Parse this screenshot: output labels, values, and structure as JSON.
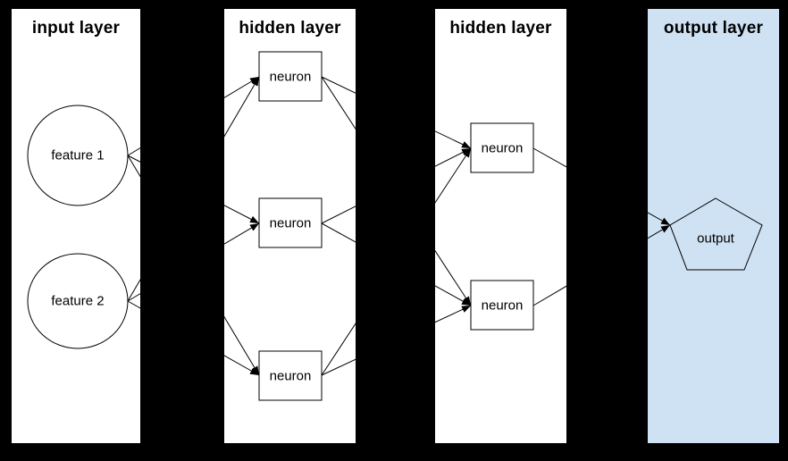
{
  "diagram": {
    "type": "neural-network",
    "background_color": "#000000",
    "line_color": "#000000",
    "layers": [
      {
        "title": "input layer",
        "fill": "#ffffff",
        "nodes": [
          {
            "id": "feature1",
            "label": "feature 1",
            "shape": "circle"
          },
          {
            "id": "feature2",
            "label": "feature 2",
            "shape": "circle"
          }
        ]
      },
      {
        "title": "hidden layer",
        "fill": "#ffffff",
        "nodes": [
          {
            "id": "h1n1",
            "label": "neuron",
            "shape": "rect"
          },
          {
            "id": "h1n2",
            "label": "neuron",
            "shape": "rect"
          },
          {
            "id": "h1n3",
            "label": "neuron",
            "shape": "rect"
          }
        ]
      },
      {
        "title": "hidden layer",
        "fill": "#ffffff",
        "nodes": [
          {
            "id": "h2n1",
            "label": "neuron",
            "shape": "rect"
          },
          {
            "id": "h2n2",
            "label": "neuron",
            "shape": "rect"
          }
        ]
      },
      {
        "title": "output layer",
        "fill": "#cfe2f3",
        "nodes": [
          {
            "id": "output",
            "label": "output",
            "shape": "pentagon"
          }
        ]
      }
    ],
    "edges": [
      {
        "from": "feature1",
        "to": "h1n1"
      },
      {
        "from": "feature1",
        "to": "h1n2"
      },
      {
        "from": "feature1",
        "to": "h1n3"
      },
      {
        "from": "feature2",
        "to": "h1n1"
      },
      {
        "from": "feature2",
        "to": "h1n2"
      },
      {
        "from": "feature2",
        "to": "h1n3"
      },
      {
        "from": "h1n1",
        "to": "h2n1"
      },
      {
        "from": "h1n1",
        "to": "h2n2"
      },
      {
        "from": "h1n2",
        "to": "h2n1"
      },
      {
        "from": "h1n2",
        "to": "h2n2"
      },
      {
        "from": "h1n3",
        "to": "h2n1"
      },
      {
        "from": "h1n3",
        "to": "h2n2"
      },
      {
        "from": "h2n1",
        "to": "output"
      },
      {
        "from": "h2n2",
        "to": "output"
      }
    ]
  }
}
